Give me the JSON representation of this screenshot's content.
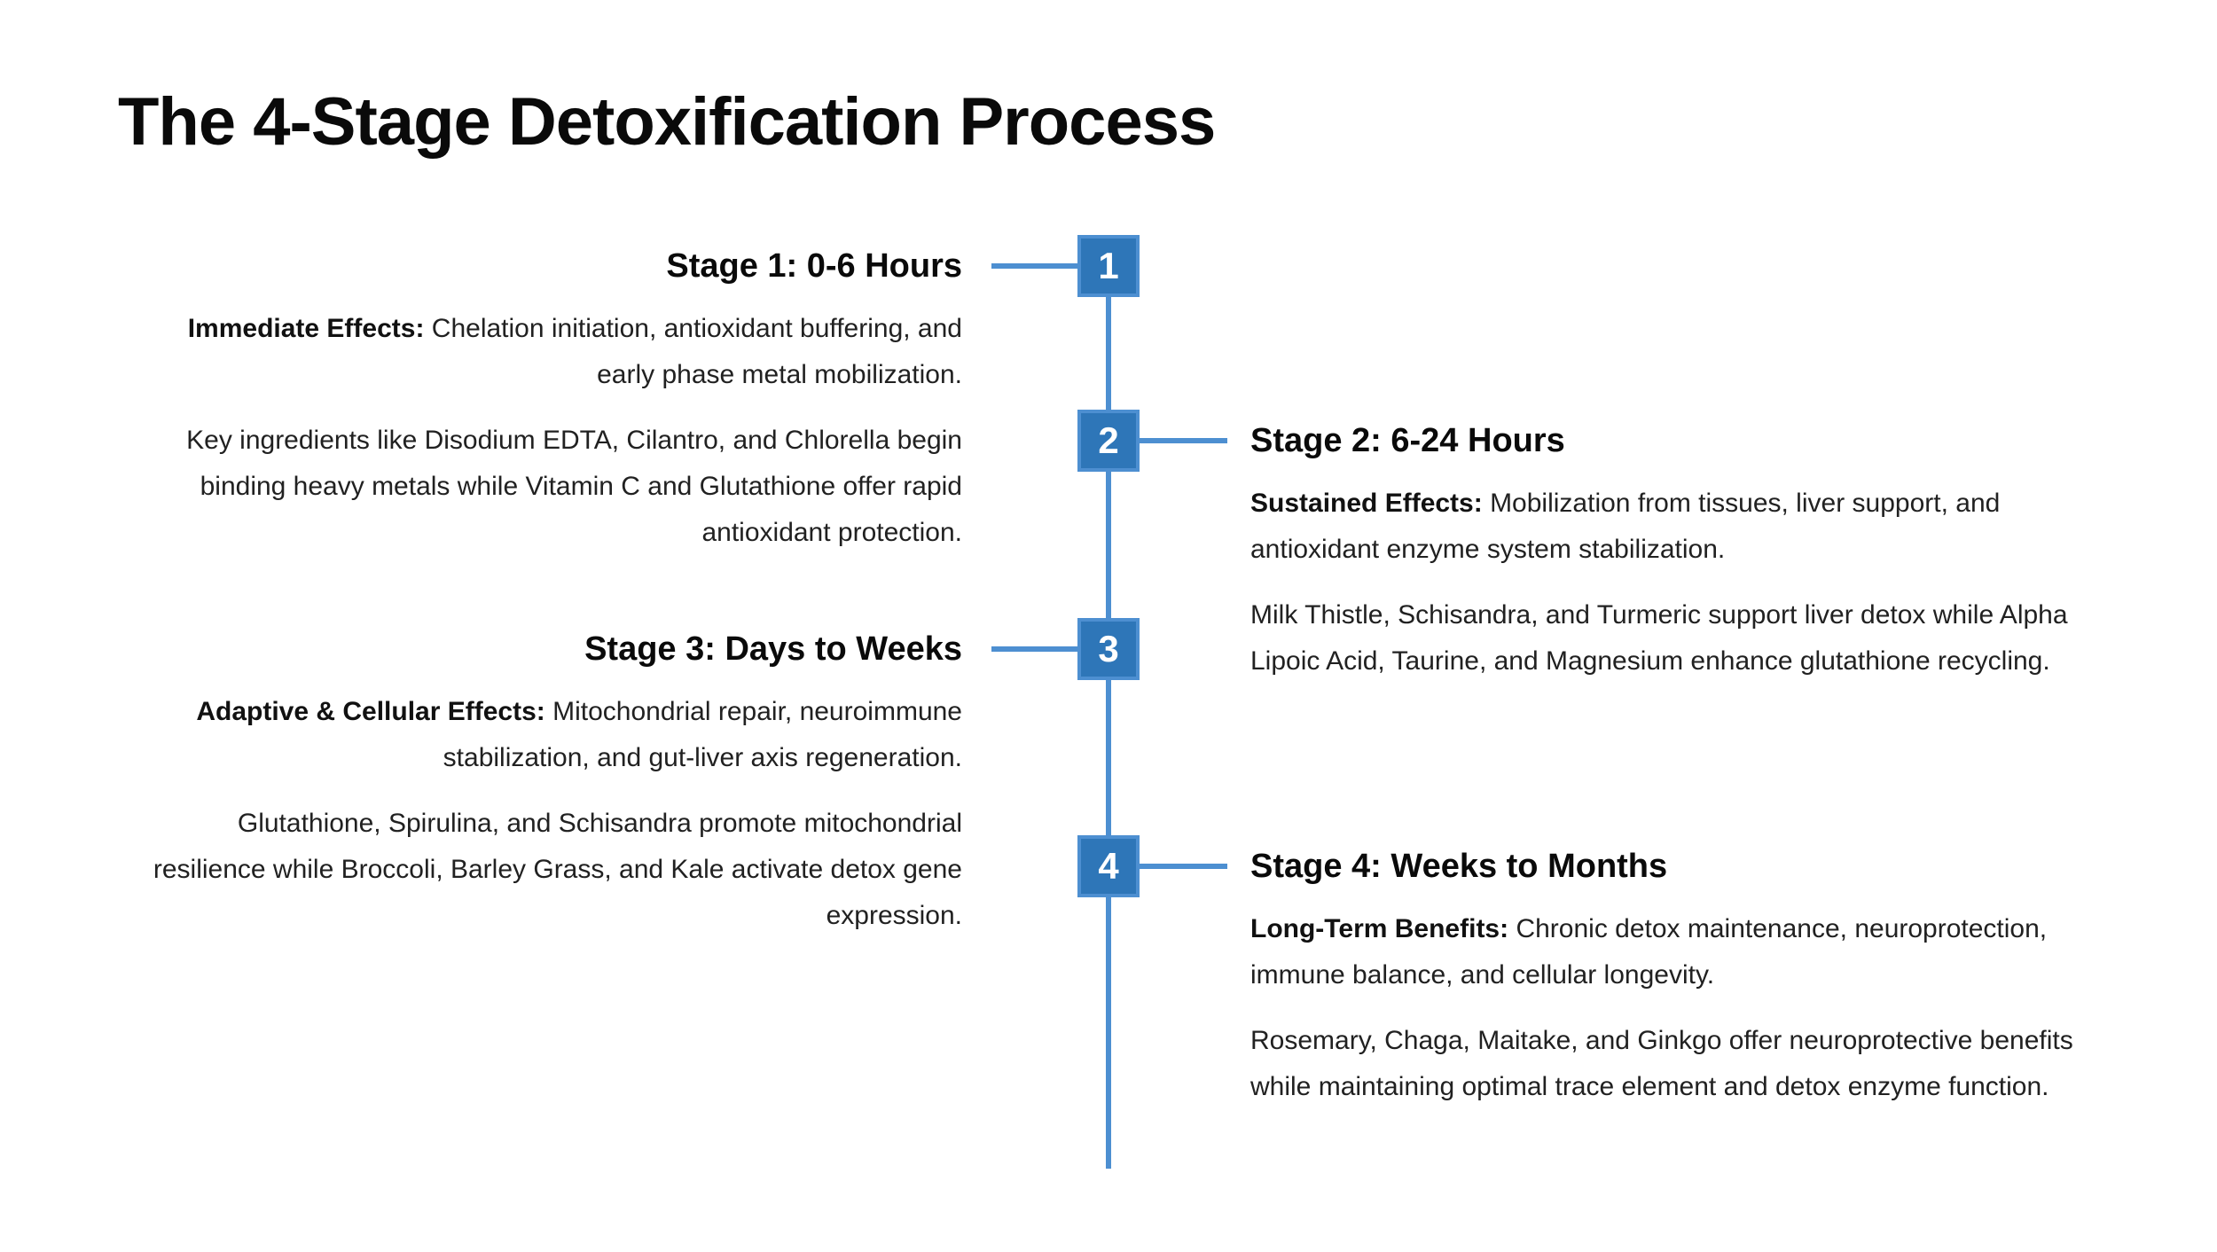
{
  "title": "The 4-Stage Detoxification Process",
  "theme": {
    "accent_fill": "#2e76b8",
    "accent_border": "#4d8fd1",
    "line_color": "#4d8fd1",
    "heading_color": "#0a0a0a",
    "body_color": "#212121"
  },
  "stages": [
    {
      "number": "1",
      "side": "left",
      "heading": "Stage 1: 0-6 Hours",
      "intro_bold": "Immediate Effects:",
      "intro_text": " Chelation initiation, antioxidant buffering, and early phase metal mobilization.",
      "detail": "Key ingredients like Disodium EDTA, Cilantro, and Chlorella begin binding heavy metals while Vitamin C and Glutathione offer rapid antioxidant protection."
    },
    {
      "number": "2",
      "side": "right",
      "heading": "Stage 2: 6-24 Hours",
      "intro_bold": "Sustained Effects:",
      "intro_text": " Mobilization from tissues, liver support, and antioxidant enzyme system stabilization.",
      "detail": "Milk Thistle, Schisandra, and Turmeric support liver detox while Alpha Lipoic Acid, Taurine, and Magnesium enhance glutathione recycling."
    },
    {
      "number": "3",
      "side": "left",
      "heading": "Stage 3: Days to Weeks",
      "intro_bold": "Adaptive & Cellular Effects:",
      "intro_text": " Mitochondrial repair, neuroimmune stabilization, and gut-liver axis regeneration.",
      "detail": "Glutathione, Spirulina, and Schisandra promote mitochondrial resilience while Broccoli, Barley Grass, and Kale activate detox gene expression."
    },
    {
      "number": "4",
      "side": "right",
      "heading": "Stage 4: Weeks to Months",
      "intro_bold": "Long-Term Benefits:",
      "intro_text": " Chronic detox maintenance, neuroprotection, immune balance, and cellular longevity.",
      "detail": "Rosemary, Chaga, Maitake, and Ginkgo offer neuroprotective benefits while maintaining optimal trace element and detox enzyme function."
    }
  ]
}
